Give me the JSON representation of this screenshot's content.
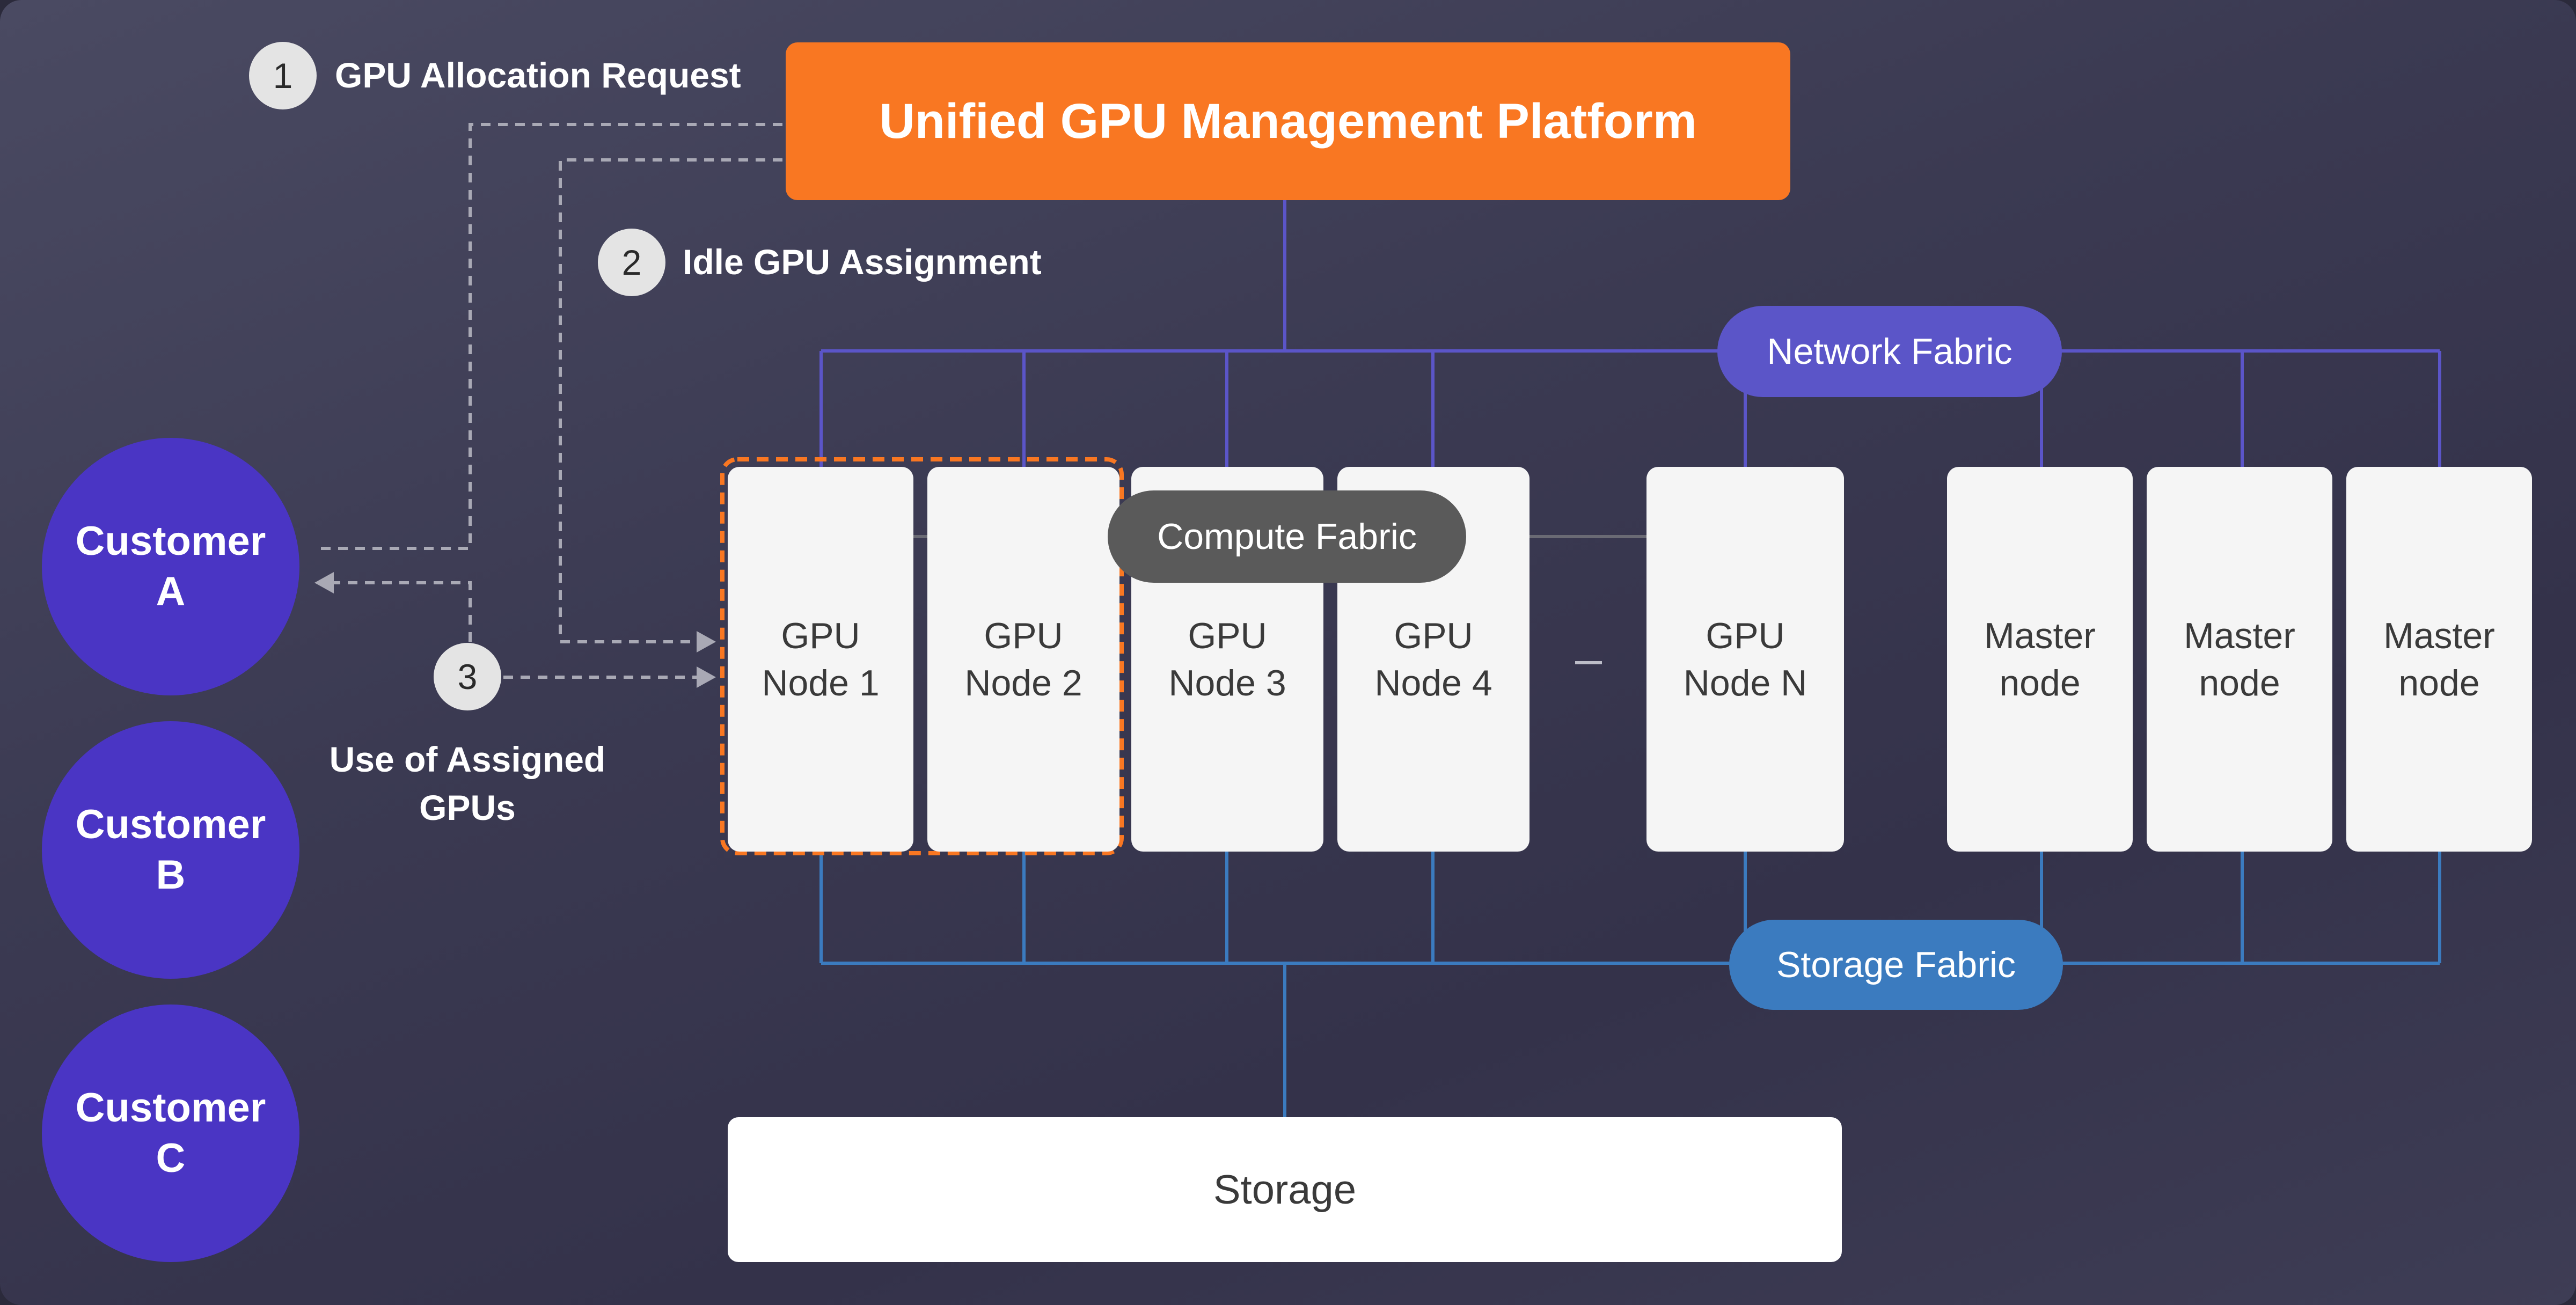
{
  "platform": {
    "title": "Unified GPU Management Platform"
  },
  "steps": [
    {
      "number": "1",
      "label": "GPU Allocation Request"
    },
    {
      "number": "2",
      "label": "Idle GPU Assignment"
    },
    {
      "number": "3",
      "label_line1": "Use of Assigned",
      "label_line2": "GPUs"
    }
  ],
  "customers": [
    {
      "line1": "Customer",
      "line2": "A"
    },
    {
      "line1": "Customer",
      "line2": "B"
    },
    {
      "line1": "Customer",
      "line2": "C"
    }
  ],
  "nodes": [
    {
      "line1": "GPU",
      "line2": "Node 1"
    },
    {
      "line1": "GPU",
      "line2": "Node 2"
    },
    {
      "line1": "GPU",
      "line2": "Node 3"
    },
    {
      "line1": "GPU",
      "line2": "Node 4"
    },
    {
      "line1": "GPU",
      "line2": "Node N"
    },
    {
      "line1": "Master",
      "line2": "node"
    },
    {
      "line1": "Master",
      "line2": "node"
    },
    {
      "line1": "Master",
      "line2": "node"
    }
  ],
  "ellipsis": "–",
  "fabrics": {
    "network": "Network Fabric",
    "compute": "Compute Fabric",
    "storage": "Storage Fabric"
  },
  "storage": {
    "label": "Storage"
  },
  "colors": {
    "platform": "#f97722",
    "customer": "#4a35c4",
    "network_fabric": "#5b55c8",
    "storage_fabric": "#3b7bbf",
    "compute_fabric": "#5a5a5a",
    "network_lines": "#5b55c8",
    "storage_lines": "#3b7bbf",
    "selection_outline": "#f97722"
  }
}
